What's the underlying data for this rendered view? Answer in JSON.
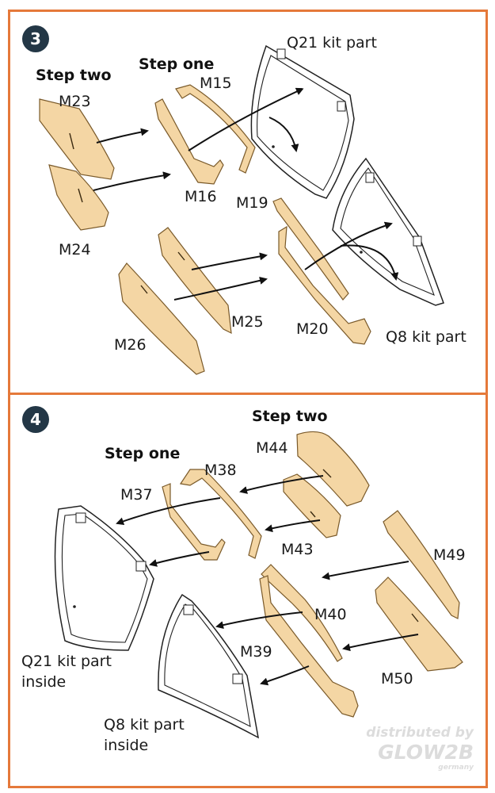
{
  "step3": {
    "badge": "3",
    "step_two": "Step two",
    "step_one": "Step one",
    "parts": {
      "m23": "M23",
      "m24": "M24",
      "m15": "M15",
      "m16": "M16",
      "m19": "M19",
      "m20": "M20",
      "m25": "M25",
      "m26": "M26"
    },
    "q21_label": "Q21 kit part",
    "q8_label": "Q8 kit part"
  },
  "step4": {
    "badge": "4",
    "step_two": "Step two",
    "step_one": "Step one",
    "parts": {
      "m44": "M44",
      "m38": "M38",
      "m37": "M37",
      "m43": "M43",
      "m49": "M49",
      "m40": "M40",
      "m39": "M39",
      "m50": "M50"
    },
    "q21_label_1": "Q21 kit part",
    "q21_label_2": "inside",
    "q8_label_1": "Q8 kit part",
    "q8_label_2": "inside"
  },
  "watermark": {
    "line1": "distributed by",
    "line2": "GLOW2B",
    "line3": "germany"
  },
  "colors": {
    "border": "#e5793a",
    "mask": "#f4d6a4",
    "badge": "#233746"
  }
}
